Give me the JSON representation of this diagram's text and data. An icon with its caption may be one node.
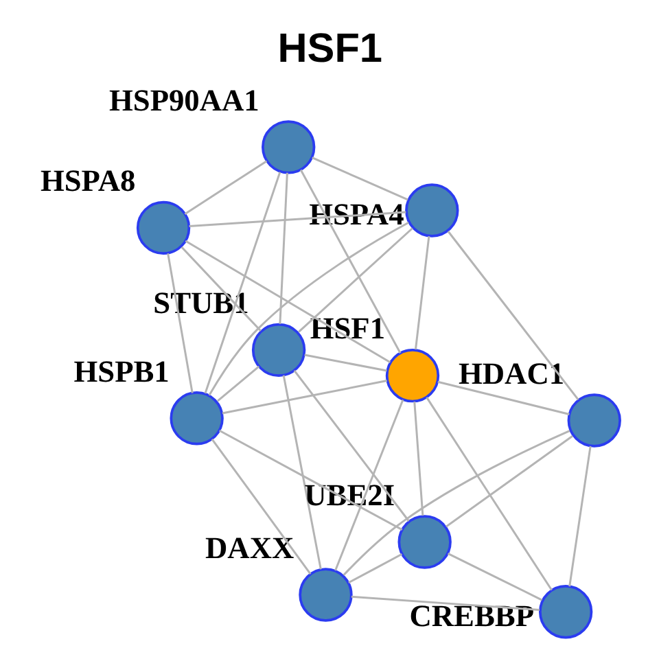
{
  "diagram": {
    "title": "HSF1",
    "nodes": [
      {
        "text": [
          "HSP90AA1"
        ]
      },
      {
        "text": [
          "STUB1"
        ]
      },
      {
        "text": [
          "HSPA8"
        ]
      },
      {
        "text": [
          "HSPB1"
        ]
      },
      {
        "text": [
          "HSPA4"
        ]
      },
      {
        "text": [
          "HSF1"
        ]
      },
      {
        "text": [
          "DAXX"
        ]
      },
      {
        "text": [
          "UBE2I"
        ]
      },
      {
        "text": [
          "HDAC1"
        ]
      },
      {
        "text": [
          "CREBBP"
        ]
      }
    ],
    "edges": [
      {
        "from": 0,
        "to": 1,
        "arrow": "none"
      },
      {
        "from": 0,
        "to": 2,
        "arrow": "none"
      },
      {
        "from": 0,
        "to": 3,
        "arrow": "none"
      },
      {
        "from": 0,
        "to": 4,
        "arrow": "none"
      },
      {
        "from": 0,
        "to": 5,
        "arrow": "none"
      },
      {
        "from": 1,
        "to": 2,
        "arrow": "none"
      },
      {
        "from": 1,
        "to": 3,
        "arrow": "none"
      },
      {
        "from": 1,
        "to": 4,
        "arrow": "none"
      },
      {
        "from": 1,
        "to": 5,
        "arrow": "none"
      },
      {
        "from": 1,
        "to": 6,
        "arrow": "none"
      },
      {
        "from": 1,
        "to": 7,
        "arrow": "none"
      },
      {
        "from": 2,
        "to": 3,
        "arrow": "none"
      },
      {
        "from": 2,
        "to": 4,
        "arrow": "none"
      },
      {
        "from": 2,
        "to": 5,
        "arrow": "none"
      },
      {
        "from": 3,
        "to": 4,
        "arrow": "none"
      },
      {
        "from": 3,
        "to": 5,
        "arrow": "none"
      },
      {
        "from": 3,
        "to": 6,
        "arrow": "none"
      },
      {
        "from": 3,
        "to": 7,
        "arrow": "none"
      },
      {
        "from": 4,
        "to": 5,
        "arrow": "none"
      },
      {
        "from": 4,
        "to": 8,
        "arrow": "none"
      },
      {
        "from": 5,
        "to": 6,
        "arrow": "none"
      },
      {
        "from": 5,
        "to": 7,
        "arrow": "none"
      },
      {
        "from": 5,
        "to": 8,
        "arrow": "none"
      },
      {
        "from": 5,
        "to": 9,
        "arrow": "none"
      },
      {
        "from": 6,
        "to": 7,
        "arrow": "none"
      },
      {
        "from": 6,
        "to": 8,
        "arrow": "none"
      },
      {
        "from": 6,
        "to": 9,
        "arrow": "none"
      },
      {
        "from": 7,
        "to": 8,
        "arrow": "none"
      },
      {
        "from": 7,
        "to": 9,
        "arrow": "none"
      },
      {
        "from": 8,
        "to": 9,
        "arrow": "none"
      }
    ]
  }
}
